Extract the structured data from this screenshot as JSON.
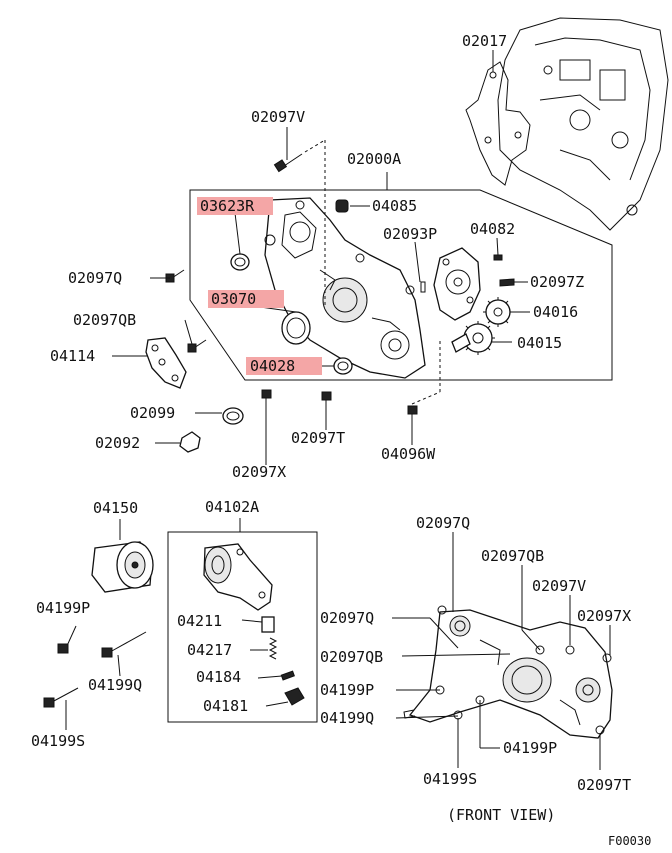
{
  "labels": {
    "p02017": "02017",
    "p02097V_top": "02097V",
    "p02000A": "02000A",
    "p03623R": "03623R",
    "p04085": "04085",
    "p02093P": "02093P",
    "p04082": "04082",
    "p02097Q_top": "02097Q",
    "p02097Z": "02097Z",
    "p03070": "03070",
    "p04016": "04016",
    "p02097QB_top": "02097QB",
    "p04015": "04015",
    "p04114": "04114",
    "p04028": "04028",
    "p02099": "02099",
    "p02092": "02092",
    "p02097T_mid": "02097T",
    "p04096W": "04096W",
    "p02097X_mid": "02097X",
    "p04150": "04150",
    "p04102A": "04102A",
    "p04199P_left": "04199P",
    "p04211": "04211",
    "p04217": "04217",
    "p04199Q_left": "04199Q",
    "p04184": "04184",
    "p04181": "04181",
    "p04199S_left": "04199S",
    "p02097Q_fv1": "02097Q",
    "p02097QB_fv1": "02097QB",
    "p02097V_fv": "02097V",
    "p02097Q_fv2": "02097Q",
    "p02097X_fv": "02097X",
    "p02097QB_fv2": "02097QB",
    "p04199P_fv1": "04199P",
    "p04199Q_fv": "04199Q",
    "p04199P_fv2": "04199P",
    "p04199S_fv": "04199S",
    "p02097T_fv": "02097T"
  },
  "caption": "(FRONT VIEW)",
  "figure_code": "F00030",
  "highlight_color": "#f4a6a6"
}
